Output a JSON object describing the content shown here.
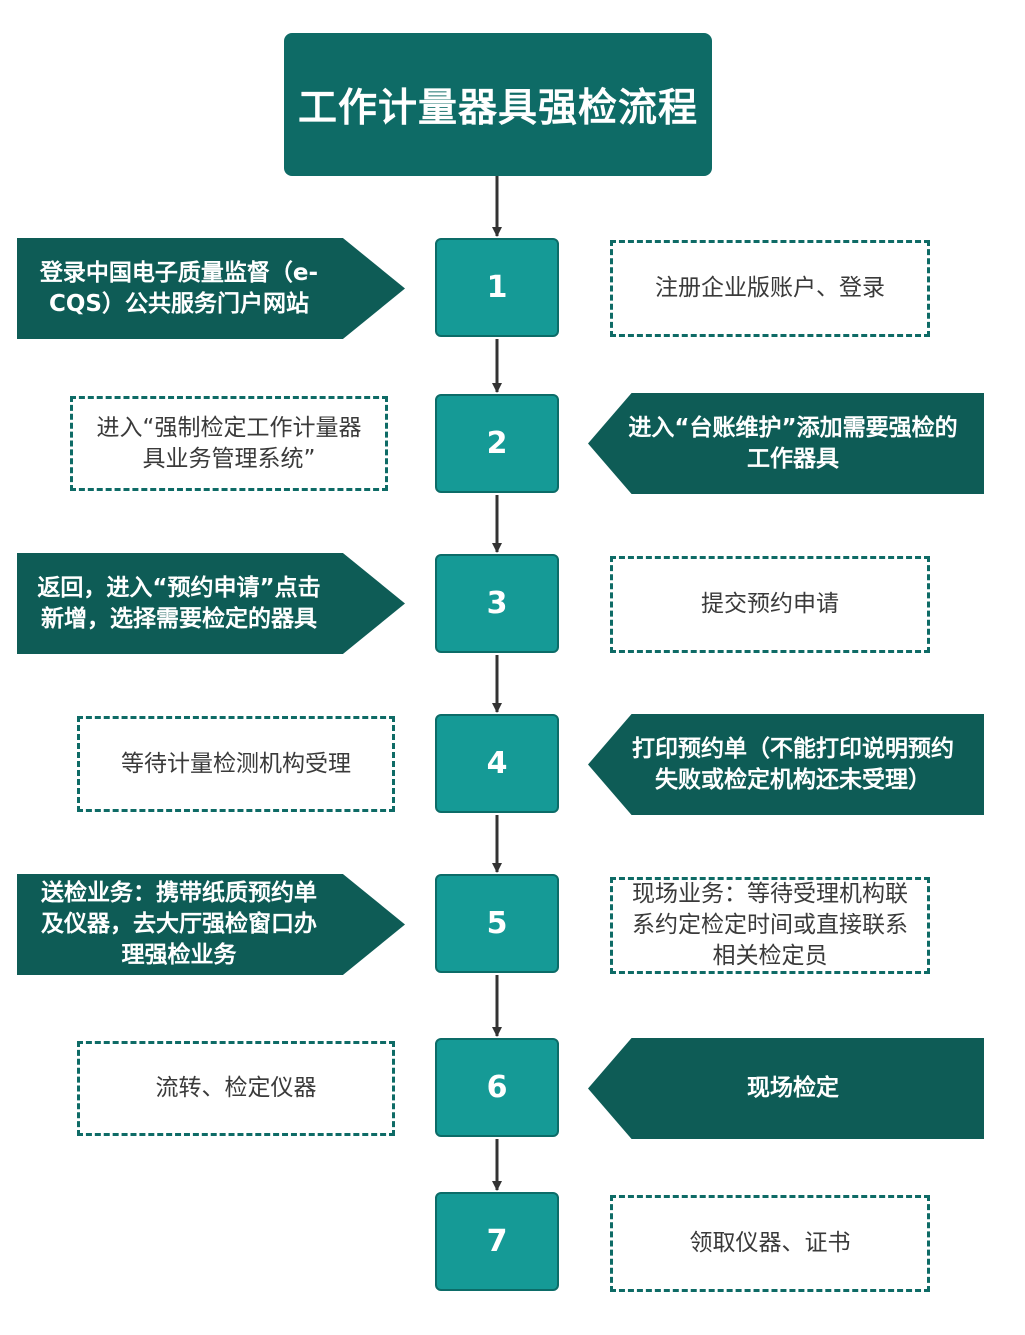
{
  "title": "工作计量器具强检流程",
  "steps": [
    "1",
    "2",
    "3",
    "4",
    "5",
    "6",
    "7"
  ],
  "left_boxes": [
    "登录中国电子质量监督（e-CQS）公共服务门户网站",
    "进入“强制检定工作计量器具业务管理系统”",
    "返回，进入“预约申请”点击新增，选择需要检定的器具",
    "等待计量检测机构受理",
    "送检业务：携带纸质预约单及仪器，去大厅强检窗口办理强检业务",
    "流转、检定仪器"
  ],
  "right_boxes": [
    "注册企业版账户、登录",
    "进入“台账维护”添加需要强检的工作器具",
    "提交预约申请",
    "打印预约单（不能打印说明预约失败或检定机构还未受理）",
    "现场业务：等待受理机构联系约定检定时间或直接联系相关检定员",
    "现场检定",
    "领取仪器、证书"
  ],
  "colors": {
    "title_bg": "#0e6b66",
    "step_bg": "#159a96",
    "arrow_box_bg": "#0e5c56",
    "dashed_border": "#0e6b66",
    "connector": "#333333"
  }
}
